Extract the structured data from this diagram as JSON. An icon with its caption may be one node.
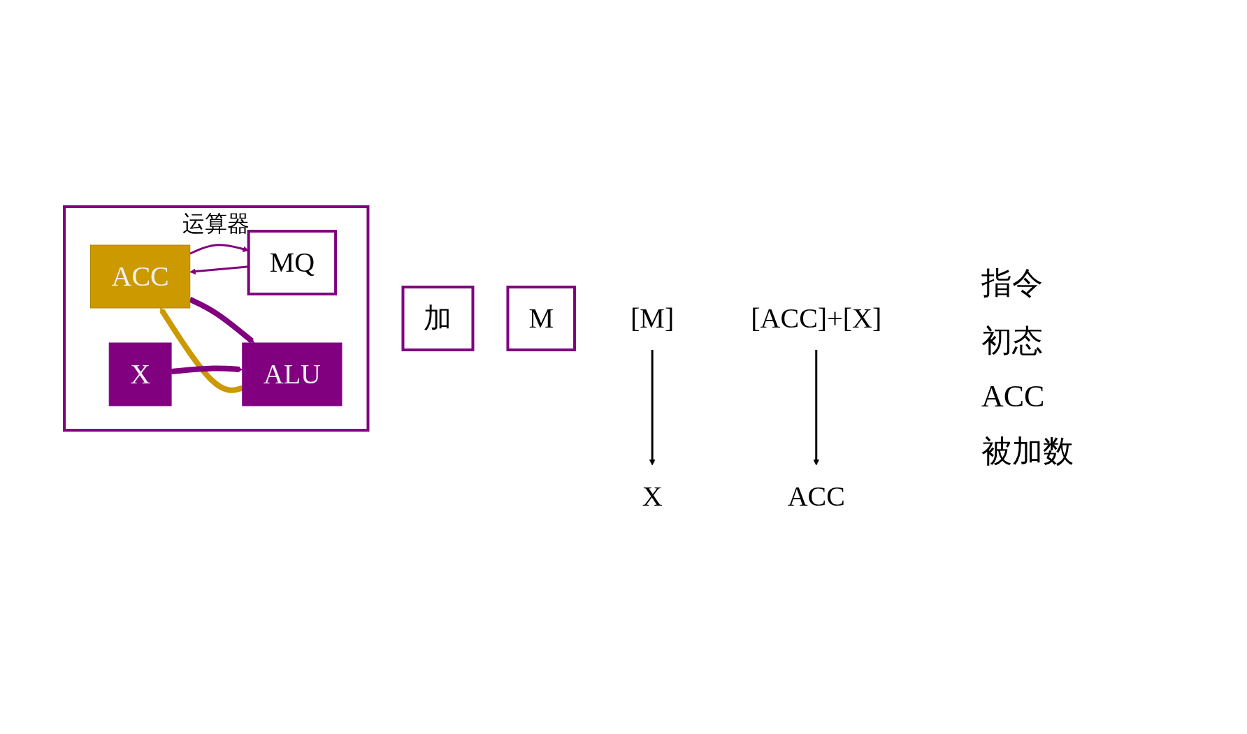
{
  "diagram": {
    "nodes": [
      {
        "text": [
          "运算器"
        ]
      },
      {
        "text": [
          "ACC"
        ],
        "in": 0
      },
      {
        "text": [
          "MQ"
        ],
        "in": 0
      },
      {
        "text": [
          "ALU"
        ],
        "in": 0
      },
      {
        "text": [
          "X"
        ],
        "in": 0
      },
      {
        "text": [
          "加"
        ]
      },
      {
        "text": [
          "M"
        ]
      },
      {
        "text": [
          "[M]"
        ]
      },
      {
        "text": [
          "X"
        ]
      },
      {
        "text": [
          "[ACC]+[X]"
        ]
      },
      {
        "text": [
          "ACC"
        ]
      }
    ],
    "edges": [
      {
        "from": 1,
        "to": 2,
        "arrow": "to"
      },
      {
        "from": 2,
        "to": 1,
        "arrow": "to"
      },
      {
        "from": 1,
        "to": 3,
        "arrow": "to",
        "style": "thick"
      },
      {
        "from": 3,
        "to": 1,
        "arrow": "to",
        "style": "thick",
        "color": "#cc9900"
      },
      {
        "from": 4,
        "to": 3,
        "arrow": "to",
        "style": "thick"
      },
      {
        "from": 7,
        "to": 8,
        "arrow": "to",
        "color": "#000000"
      },
      {
        "from": 9,
        "to": 10,
        "arrow": "to",
        "color": "#000000"
      }
    ],
    "labels": [
      "指令",
      "初态",
      "ACC",
      "被加数"
    ]
  }
}
